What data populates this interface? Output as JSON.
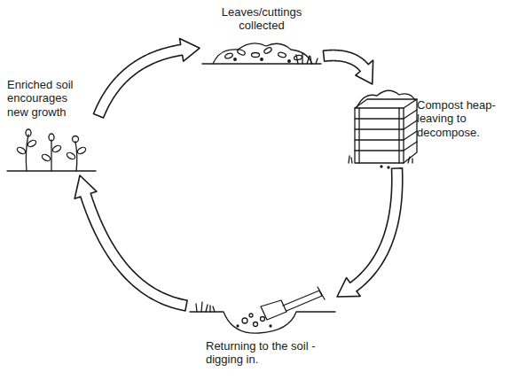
{
  "diagram": {
    "nodes": [
      {
        "text": [
          "Leaves/cuttings collected"
        ]
      },
      {
        "text": [
          "Compost heap- leaving to decompose."
        ]
      },
      {
        "text": [
          "Returning to the soil - digging in."
        ]
      },
      {
        "text": [
          "Enriched soil encourages new growth"
        ]
      }
    ],
    "edges": [
      {
        "from": 0,
        "to": 1,
        "arrow": "to"
      },
      {
        "from": 1,
        "to": 2,
        "arrow": "to"
      },
      {
        "from": 2,
        "to": 3,
        "arrow": "to"
      },
      {
        "from": 3,
        "to": 0,
        "arrow": "to"
      }
    ]
  }
}
